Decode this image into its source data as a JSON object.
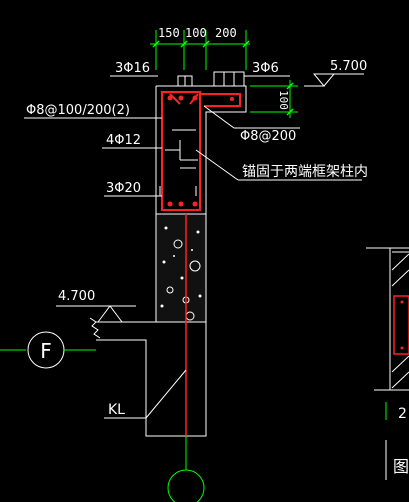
{
  "colors": {
    "background": "#000000",
    "lines": "#ffffff",
    "dimension": "#00ff00",
    "rebar": "#ff2020",
    "concrete_fill": "#222222"
  },
  "dimensions": {
    "d1": "150",
    "d2": "100",
    "d3": "200",
    "d4": "100"
  },
  "rebar_labels": {
    "top_left": "3Φ16",
    "top_right": "3Φ6",
    "stirrup_left": "Φ8@100/200(2)",
    "side_bars": "4Φ12",
    "bottom_bars": "3Φ20",
    "stirrup_right": "Φ8@200"
  },
  "elevations": {
    "top": "5.700",
    "lower": "4.700"
  },
  "notes": {
    "anchor": "锚固于两端框架柱内"
  },
  "grid": {
    "axis_label": "F"
  },
  "beam_label": "KL",
  "right_partial": {
    "text1": "2",
    "text2": "图"
  }
}
